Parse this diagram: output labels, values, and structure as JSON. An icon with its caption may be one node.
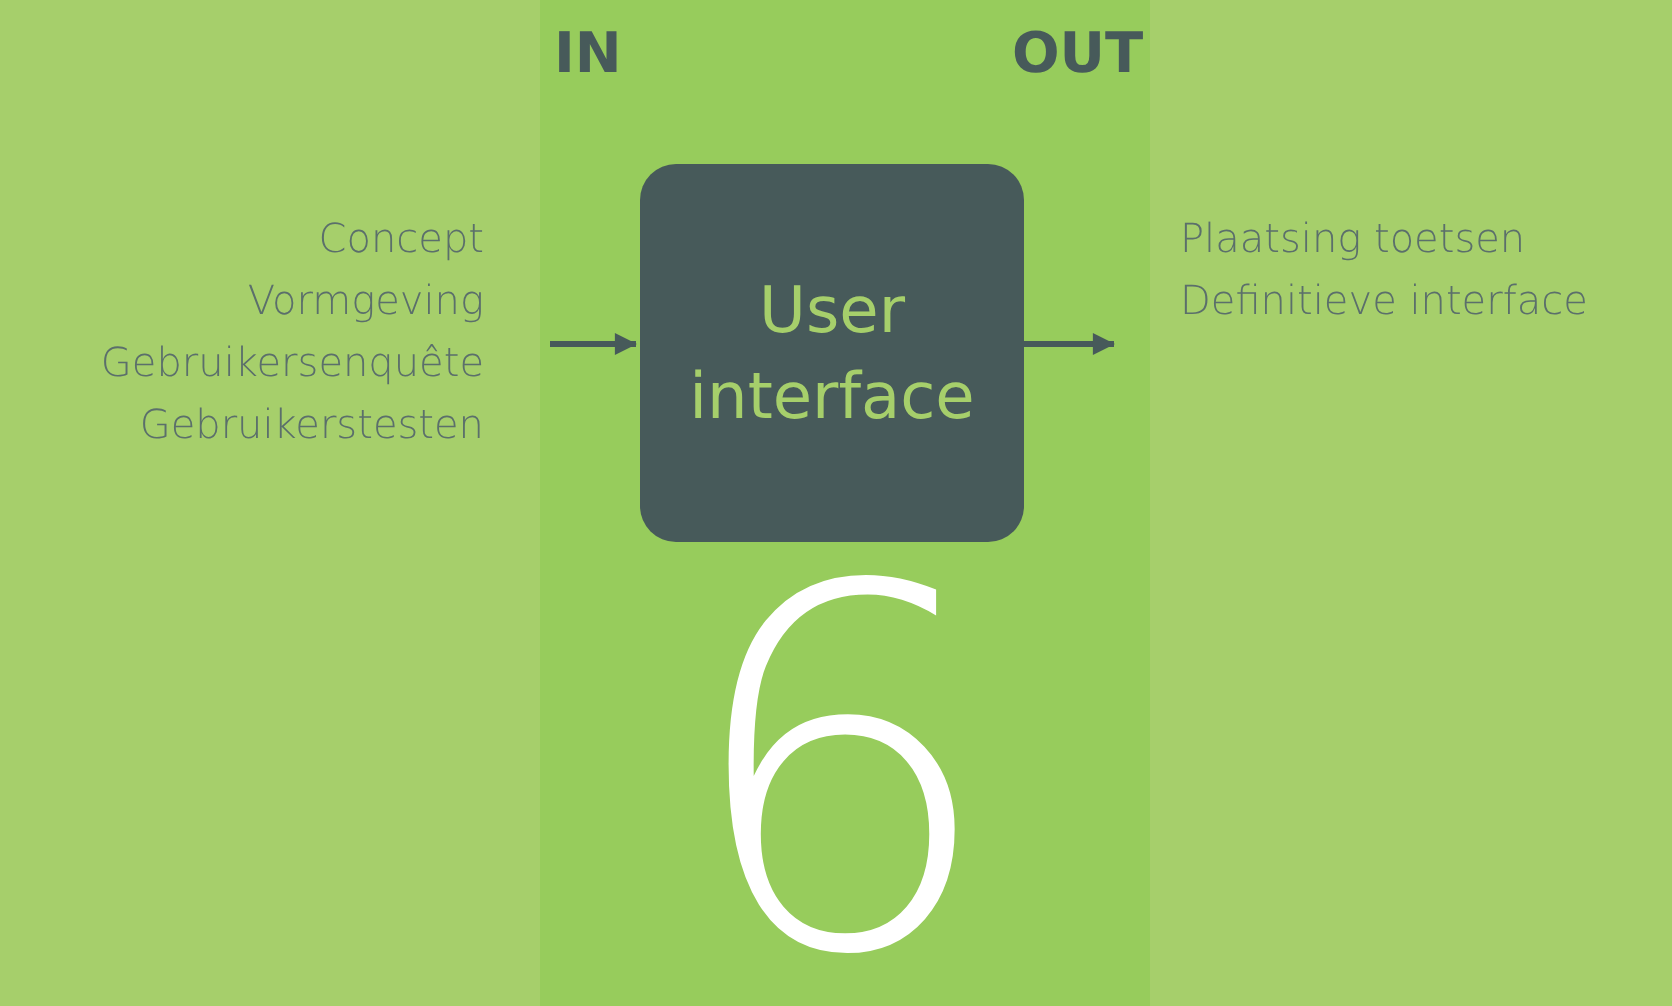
{
  "diagram": {
    "nodes": [
      {
        "text": [
          "Concept",
          "Vormgeving",
          "Gebruikersenquête",
          "Gebruikerstesten"
        ]
      },
      {
        "text": [
          "User interface"
        ]
      },
      {
        "text": [
          "Plaatsing toetsen",
          "Definitieve interface"
        ]
      }
    ],
    "edges": [
      {
        "from": 0,
        "to": 1,
        "arrow": "to"
      },
      {
        "from": 1,
        "to": 2,
        "arrow": "to"
      }
    ],
    "labels": [
      "IN",
      "OUT",
      "6"
    ]
  }
}
